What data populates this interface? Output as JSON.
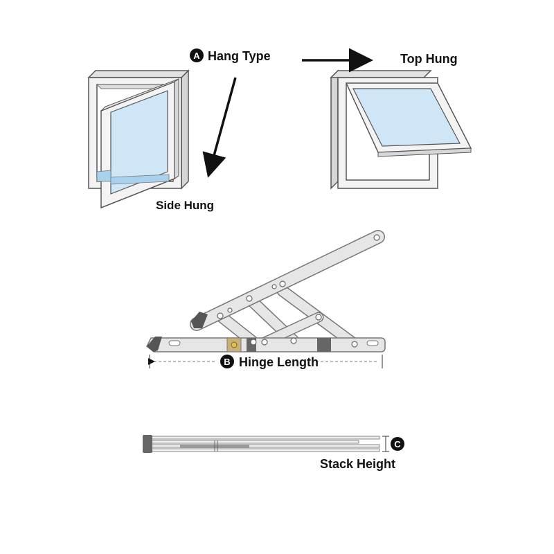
{
  "labels": {
    "hang_type": "Hang Type",
    "top_hung": "Top Hung",
    "side_hung": "Side Hung",
    "hinge_length": "Hinge Length",
    "stack_height": "Stack Height"
  },
  "badges": {
    "a": "A",
    "b": "B",
    "c": "C"
  },
  "colors": {
    "frame_fill": "#f3f3f3",
    "frame_stroke": "#555555",
    "glass": "#cfe6f7",
    "glass_deep": "#a8d1ee",
    "metal": "#e6e6e6",
    "metal_stroke": "#777777",
    "dark_pad": "#555555",
    "badge": "#111111"
  },
  "icons": {
    "badge": "circled-letter",
    "arrow": "arrow-icon"
  }
}
